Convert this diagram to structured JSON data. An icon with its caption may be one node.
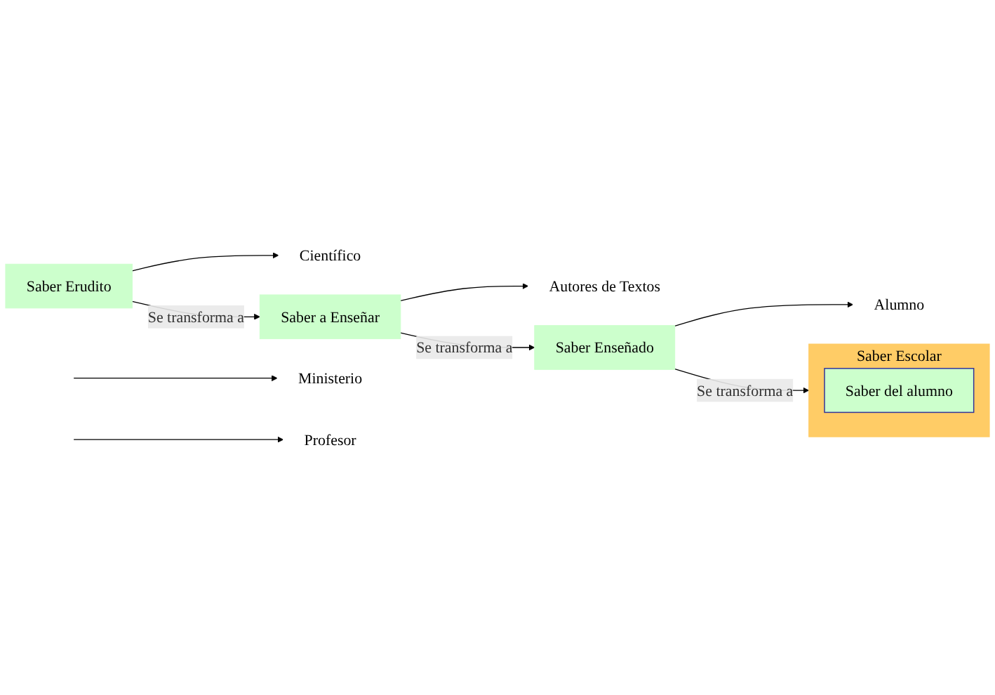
{
  "diagram": {
    "nodes": [
      {
        "text": [
          "Saber Erudito"
        ]
      },
      {
        "text": [
          "Científico"
        ]
      },
      {
        "text": [
          "Ministerio"
        ]
      },
      {
        "text": [
          "Saber a Enseñar"
        ]
      },
      {
        "text": [
          "Autores de Textos"
        ]
      },
      {
        "text": [
          "Profesor"
        ]
      },
      {
        "text": [
          "Saber Enseñado"
        ]
      },
      {
        "text": [
          "Alumno"
        ]
      },
      {
        "text": [
          "Saber Escolar"
        ]
      },
      {
        "text": [
          "Saber del alumno"
        ],
        "in": 8
      }
    ],
    "edges": [
      {
        "from": 0,
        "to": 1,
        "arrow": "to"
      },
      {
        "from": 0,
        "to": 3,
        "arrow": "to",
        "label": "Se transforma a"
      },
      {
        "from": null,
        "to": 2,
        "arrow": "to"
      },
      {
        "from": 3,
        "to": 4,
        "arrow": "to"
      },
      {
        "from": 3,
        "to": 6,
        "arrow": "to",
        "label": "Se transforma a"
      },
      {
        "from": null,
        "to": 5,
        "arrow": "to"
      },
      {
        "from": 6,
        "to": 7,
        "arrow": "to"
      },
      {
        "from": 6,
        "to": 8,
        "arrow": "to",
        "label": "Se transforma a"
      }
    ]
  }
}
